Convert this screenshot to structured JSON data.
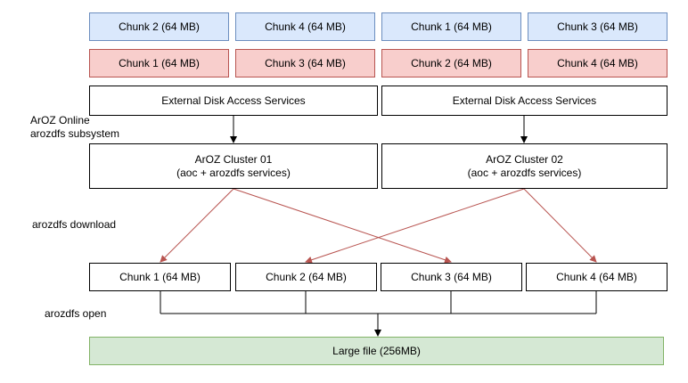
{
  "top_blue_row": [
    "Chunk 2 (64 MB)",
    "Chunk 4 (64 MB)",
    "Chunk 1 (64 MB)",
    "Chunk 3 (64 MB)"
  ],
  "top_red_row": [
    "Chunk 1 (64 MB)",
    "Chunk 3 (64 MB)",
    "Chunk 2 (64 MB)",
    "Chunk 4 (64 MB)"
  ],
  "disk_services": [
    "External Disk Access Services",
    "External Disk Access Services"
  ],
  "clusters": [
    {
      "name": "ArOZ Cluster 01",
      "services": "(aoc + arozdfs services)"
    },
    {
      "name": "ArOZ Cluster 02",
      "services": "(aoc + arozdfs services)"
    }
  ],
  "side_labels": {
    "subsystem_line1": "ArOZ Online",
    "subsystem_line2": "arozdfs subsystem",
    "download": "arozdfs download",
    "open": "arozdfs open"
  },
  "bottom_chunks": [
    "Chunk 1 (64 MB)",
    "Chunk 2 (64 MB)",
    "Chunk 3 (64 MB)",
    "Chunk 4 (64 MB)"
  ],
  "large_file": "Large file (256MB)",
  "colors": {
    "blue_fill": "#dae8fc",
    "blue_stroke": "#6c8ebf",
    "red_fill": "#f8cecc",
    "red_stroke": "#b85450",
    "green_fill": "#d5e8d4",
    "green_stroke": "#82b366",
    "download_arrow": "#b85450"
  }
}
